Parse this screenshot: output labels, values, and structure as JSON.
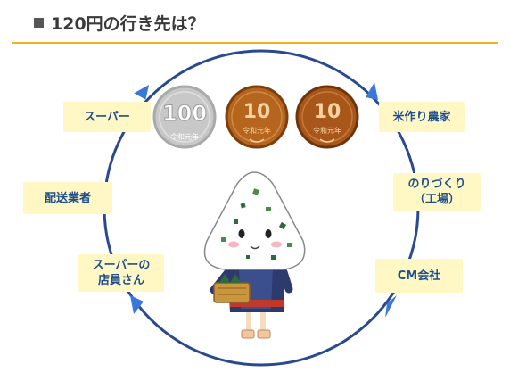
{
  "title": "120円の行き先は？",
  "labels": {
    "supermarket": "スーパー",
    "delivery": "配送業者",
    "store_staff_line1": "スーパーの",
    "store_staff_line2": "店員さん",
    "rice_farmer": "米作り農家",
    "factory_line1": "のりづくり",
    "factory_line2": "（工場）",
    "cm_company": "CM会社"
  },
  "coins": [
    {
      "value": "100",
      "era": "令和元年",
      "color": "#c8c8c8"
    },
    {
      "value": "10",
      "era": "令和元年",
      "color": "#b5651d"
    },
    {
      "value": "10",
      "era": "令和元年",
      "color": "#a8561a"
    }
  ],
  "colors": {
    "accent_rule": "#f2b21c",
    "cycle": "#2a4a8f",
    "arrow": "#3a78d8",
    "label_bg": "#fff8c4",
    "label_text": "#1f4f8f"
  }
}
